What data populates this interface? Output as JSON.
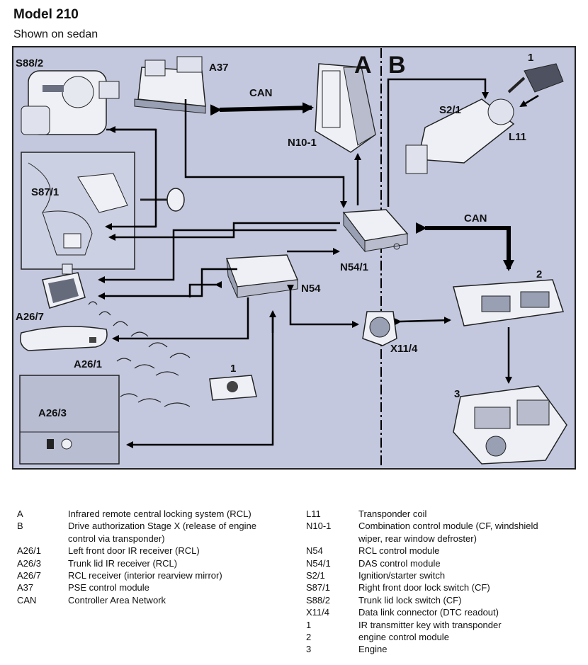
{
  "title": "Model 210",
  "subtitle": "Shown on sedan",
  "diagram": {
    "section_a": "A",
    "section_b": "B",
    "labels": {
      "s88_2": "S88/2",
      "a37": "A37",
      "can_top": "CAN",
      "n10_1": "N10-1",
      "s87_1": "S87/1",
      "n54_1": "N54/1",
      "n54": "N54",
      "a26_7": "A26/7",
      "a26_1": "A26/1",
      "a26_3": "A26/3",
      "key_1": "1",
      "x11_4": "X11/4",
      "key_top_1": "1",
      "s2_1": "S2/1",
      "l11": "L11",
      "can_right": "CAN",
      "ecm_2": "2",
      "engine_3": "3"
    }
  },
  "legend_left": [
    {
      "code": "A",
      "desc": "Infrared remote central locking system (RCL)"
    },
    {
      "code": "B",
      "desc": "Drive authorization Stage X (release of engine"
    },
    {
      "code": "",
      "desc": "control via transponder)"
    },
    {
      "code": "A26/1",
      "desc": "Left front door IR receiver (RCL)"
    },
    {
      "code": "A26/3",
      "desc": "Trunk lid IR receiver (RCL)"
    },
    {
      "code": "A26/7",
      "desc": "RCL receiver (interior rearview mirror)"
    },
    {
      "code": "A37",
      "desc": "PSE control module"
    },
    {
      "code": "CAN",
      "desc": "Controller Area Network"
    }
  ],
  "legend_right": [
    {
      "code": "L11",
      "desc": "Transponder coil"
    },
    {
      "code": "N10-1",
      "desc": "Combination control module (CF, windshield"
    },
    {
      "code": "",
      "desc": "wiper, rear window defroster)"
    },
    {
      "code": "N54",
      "desc": "RCL control module"
    },
    {
      "code": "N54/1",
      "desc": "DAS control module"
    },
    {
      "code": "S2/1",
      "desc": "Ignition/starter switch"
    },
    {
      "code": "S87/1",
      "desc": "Right front door lock switch (CF)"
    },
    {
      "code": "S88/2",
      "desc": "Trunk lid lock switch (CF)"
    },
    {
      "code": "X11/4",
      "desc": "Data link connector (DTC readout)"
    },
    {
      "code": "1",
      "desc": "IR transmitter key with transponder"
    },
    {
      "code": "2",
      "desc": "engine control module"
    },
    {
      "code": "3",
      "desc": "Engine"
    }
  ]
}
